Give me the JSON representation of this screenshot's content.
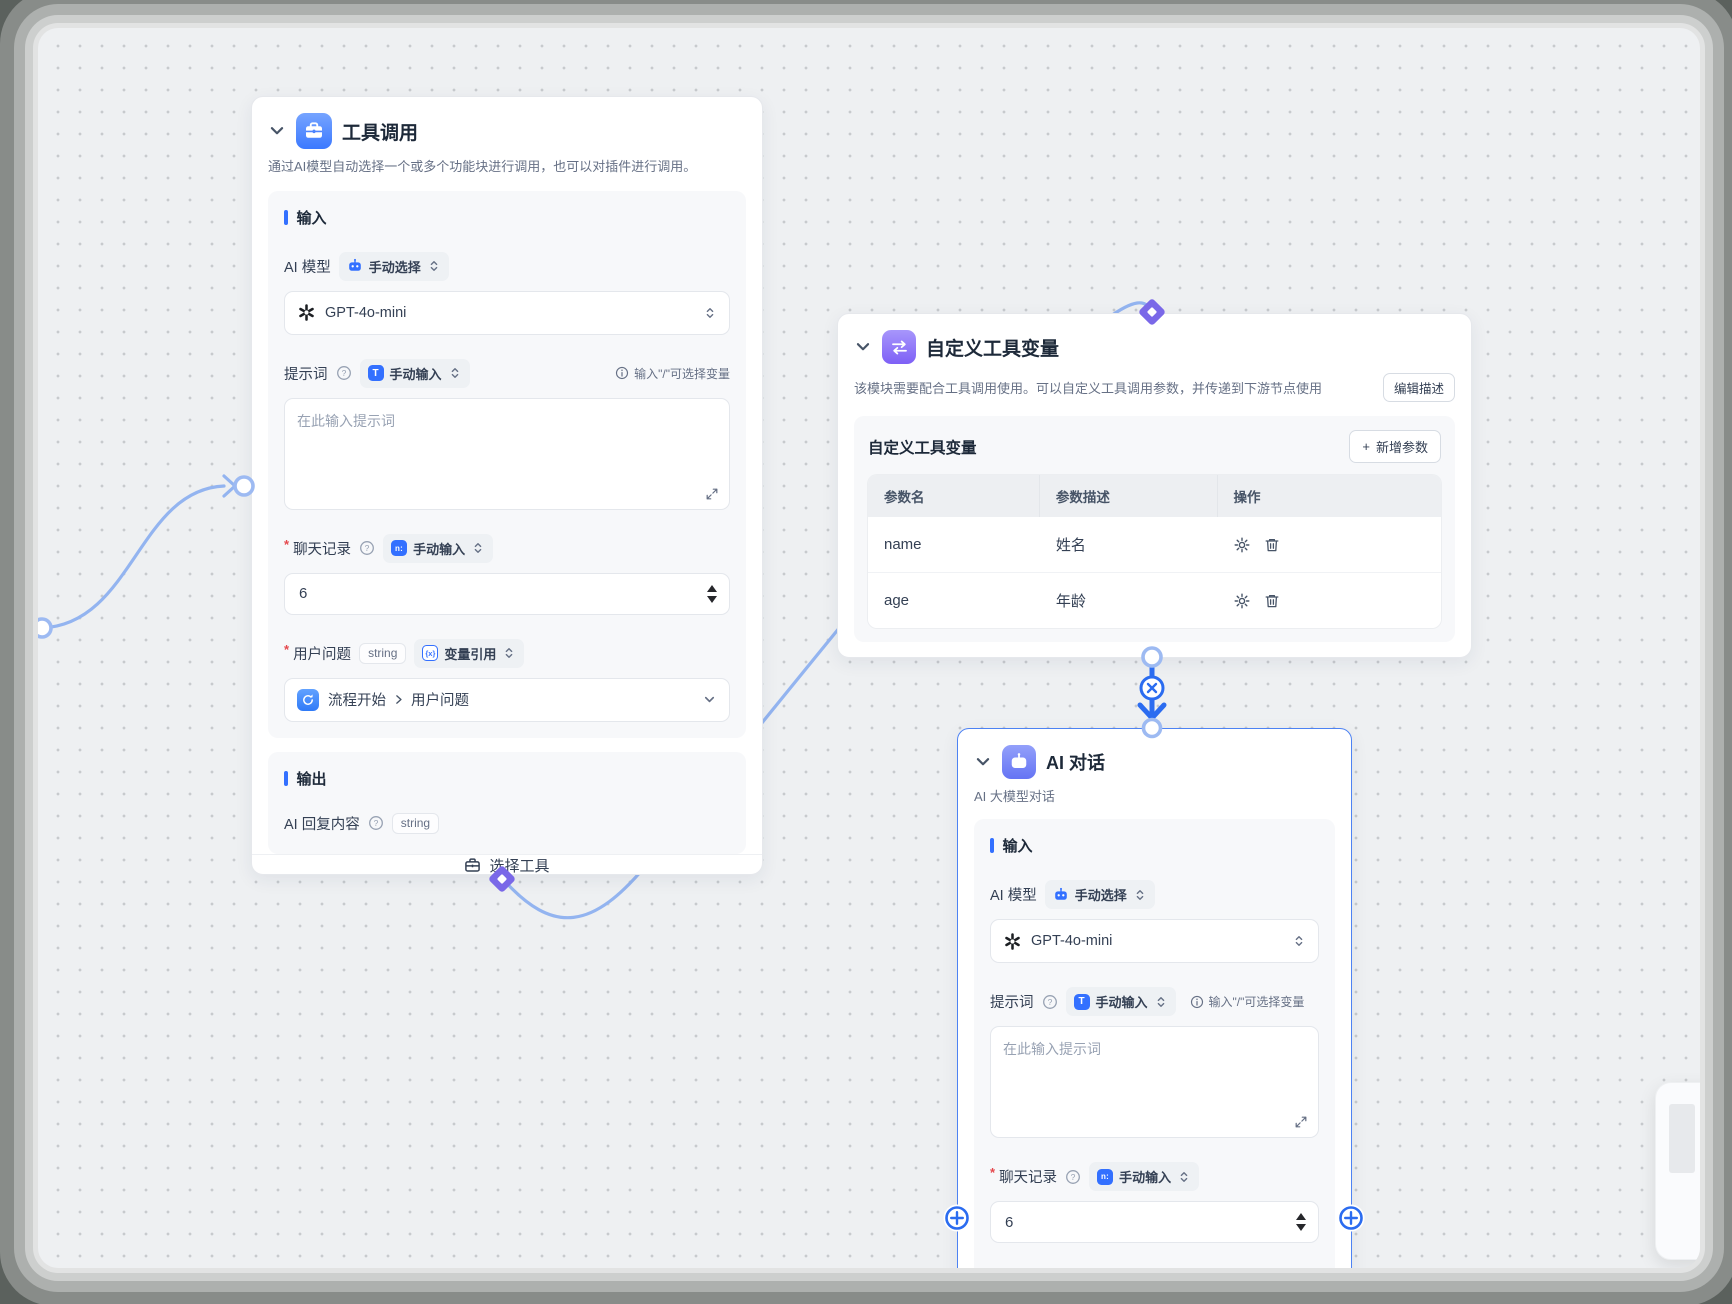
{
  "colors": {
    "accent_blue": "#3370ff",
    "active_edge": "#2b6cf0",
    "edge": "#93b4f0",
    "connector_purple": "#7a68e8",
    "canvas_bg": "#eef0f2"
  },
  "icons": {
    "required": "*",
    "prompt_chip": "T",
    "number_chip": "n:",
    "variable_chip": "{x}",
    "add_plus": "+"
  },
  "nodes": {
    "tool_call": {
      "title": "工具调用",
      "description": "通过AI模型自动选择一个或多个功能块进行调用，也可以对插件进行调用。",
      "input_section": "输入",
      "ai_model_label": "AI 模型",
      "model_mode": "手动选择",
      "model_value": "GPT-4o-mini",
      "prompt_label": "提示词",
      "prompt_mode": "手动输入",
      "variable_hint": "输入\"/\"可选择变量",
      "prompt_placeholder": "在此输入提示词",
      "chat_history_label": "聊天记录",
      "chat_history_value": "6",
      "user_question_label": "用户问题",
      "user_question_type": "string",
      "user_question_mode": "变量引用",
      "user_question_source": "流程开始",
      "user_question_field": "用户问题",
      "output_section": "输出",
      "output_label": "AI 回复内容",
      "output_type": "string",
      "footer_button": "选择工具"
    },
    "custom_vars": {
      "title": "自定义工具变量",
      "description": "该模块需要配合工具调用使用。可以自定义工具调用参数，并传递到下游节点使用",
      "edit_button": "编辑描述",
      "panel_title": "自定义工具变量",
      "add_button": "新增参数",
      "table": {
        "headers": [
          "参数名",
          "参数描述",
          "操作"
        ],
        "rows": [
          {
            "name": "name",
            "desc": "姓名"
          },
          {
            "name": "age",
            "desc": "年龄"
          }
        ]
      }
    },
    "ai_chat": {
      "title": "AI 对话",
      "subtitle": "AI 大模型对话",
      "input_section": "输入",
      "ai_model_label": "AI 模型",
      "model_mode": "手动选择",
      "model_value": "GPT-4o-mini",
      "prompt_label": "提示词",
      "prompt_mode": "手动输入",
      "variable_hint": "输入\"/\"可选择变量",
      "prompt_placeholder": "在此输入提示词",
      "chat_history_label": "聊天记录",
      "chat_history_value": "6"
    }
  }
}
